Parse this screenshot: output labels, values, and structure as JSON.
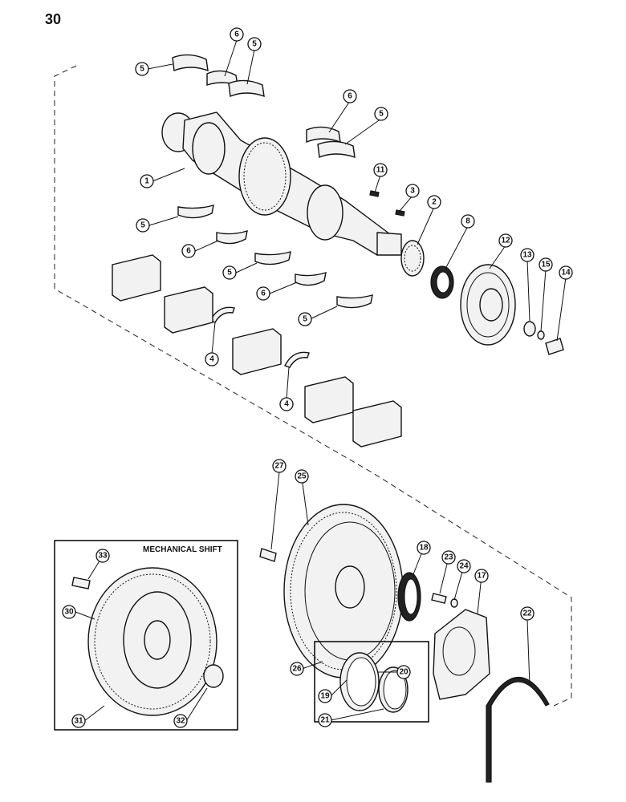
{
  "page_number": "30",
  "inset_title": "MECHANICAL SHIFT",
  "callouts": {
    "c1": "1",
    "c2": "2",
    "c3": "3",
    "c4a": "4",
    "c4b": "4",
    "c5a": "5",
    "c5b": "5",
    "c5c": "5",
    "c5d": "5",
    "c5e": "5",
    "c5f": "5",
    "c6a": "6",
    "c6b": "6",
    "c6c": "6",
    "c6d": "6",
    "c8": "8",
    "c11": "11",
    "c12": "12",
    "c13": "13",
    "c14": "14",
    "c15": "15",
    "c17": "17",
    "c18": "18",
    "c19": "19",
    "c20": "20",
    "c21": "21",
    "c22": "22",
    "c23": "23",
    "c24": "24",
    "c25": "25",
    "c26": "26",
    "c27": "27",
    "c30": "30",
    "c31": "31",
    "c32": "32",
    "c33": "33"
  },
  "colors": {
    "ink": "#111111",
    "paper": "#ffffff"
  }
}
